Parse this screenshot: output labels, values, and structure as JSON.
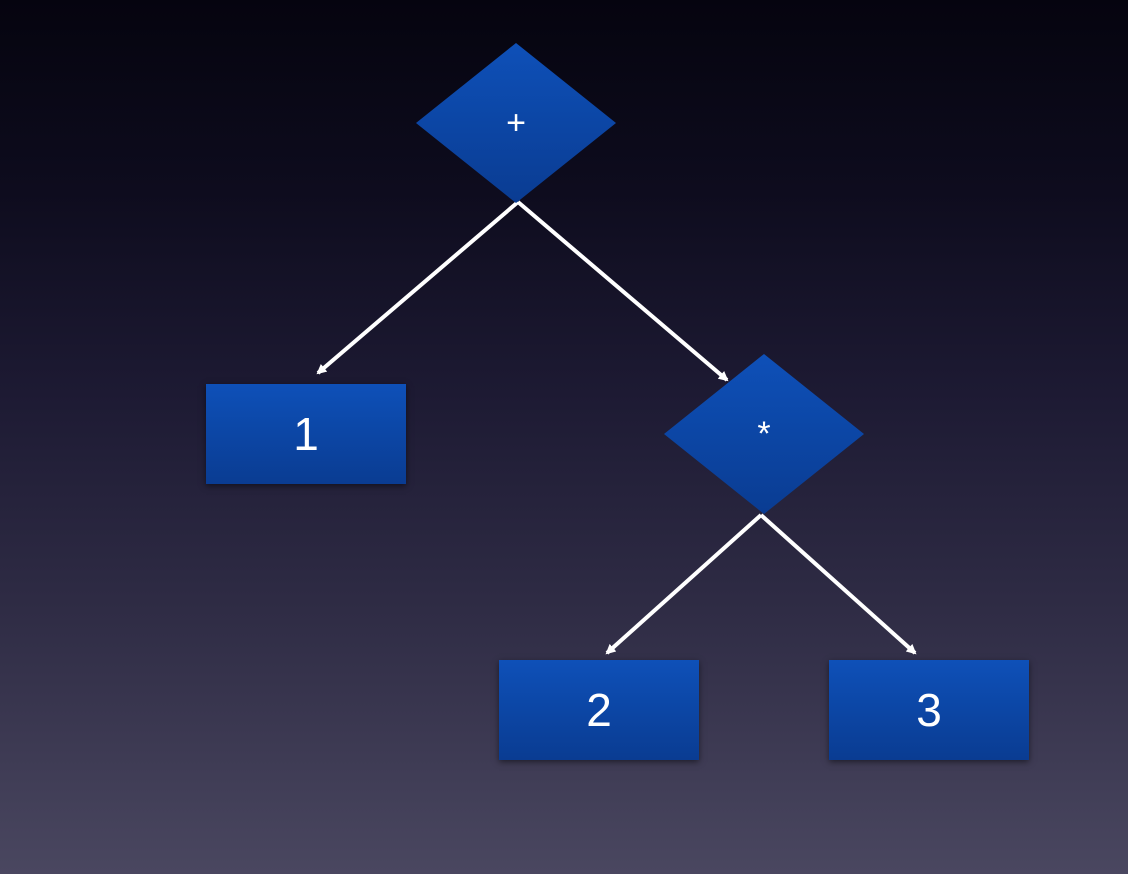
{
  "nodes": {
    "root": {
      "label": "+",
      "shape": "diamond"
    },
    "left_leaf": {
      "label": "1",
      "shape": "rectangle"
    },
    "mult": {
      "label": "*",
      "shape": "diamond"
    },
    "leaf_two": {
      "label": "2",
      "shape": "rectangle"
    },
    "leaf_three": {
      "label": "3",
      "shape": "rectangle"
    }
  },
  "edges": [
    {
      "from": "root",
      "to": "left_leaf"
    },
    {
      "from": "root",
      "to": "mult"
    },
    {
      "from": "mult",
      "to": "leaf_two"
    },
    {
      "from": "mult",
      "to": "leaf_three"
    }
  ],
  "colors": {
    "node_fill_top": "#0e50b8",
    "node_fill_bottom": "#0a3c92",
    "edge": "#ffffff",
    "text": "#ffffff"
  }
}
